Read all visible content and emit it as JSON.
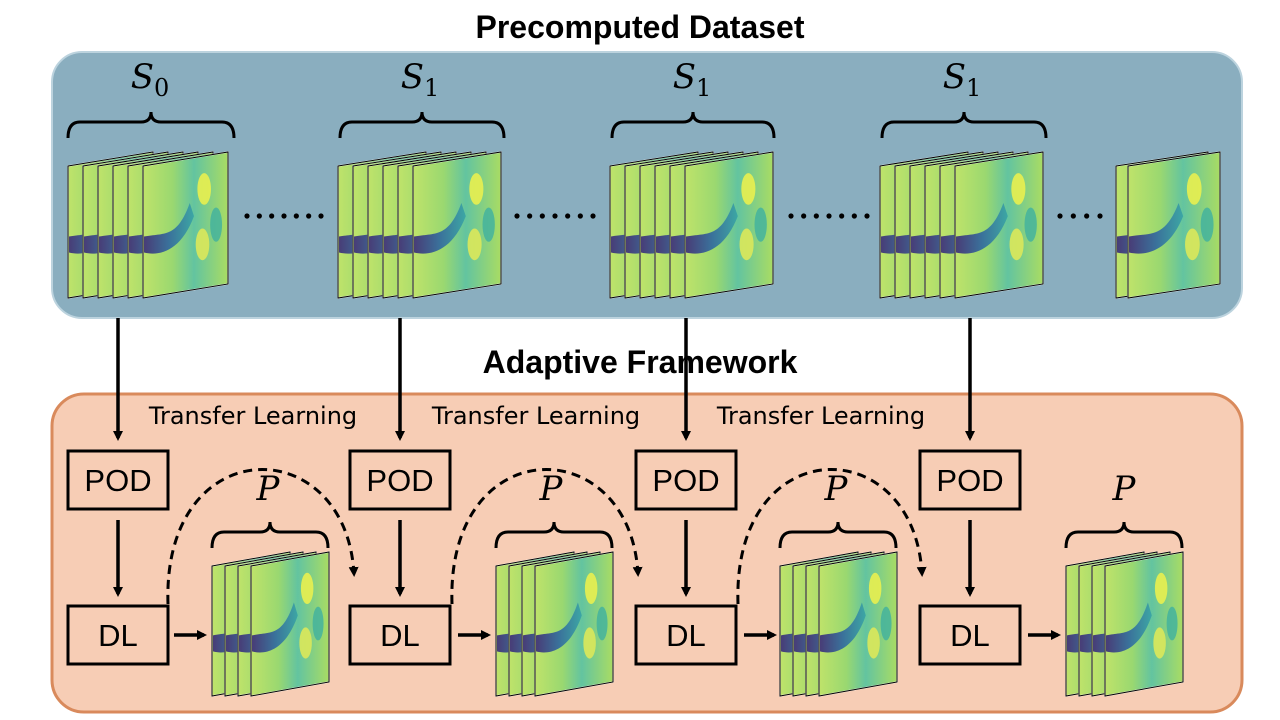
{
  "titles": {
    "dataset": "Precomputed Dataset",
    "framework": "Adaptive Framework"
  },
  "dataset_groups": [
    {
      "symbol": "S",
      "subscript": "0"
    },
    {
      "symbol": "S",
      "subscript": "1"
    },
    {
      "symbol": "S",
      "subscript": "1"
    },
    {
      "symbol": "S",
      "subscript": "1"
    }
  ],
  "transfer_label": "Transfer Learning",
  "pod_label": "POD",
  "dl_label": "DL",
  "prediction_symbol": "P",
  "colors": {
    "dataset_panel": "#8aaebf",
    "framework_panel": "#f7cdb5",
    "framework_border": "#d98a5c",
    "dataset_border": "#bcd3de"
  }
}
